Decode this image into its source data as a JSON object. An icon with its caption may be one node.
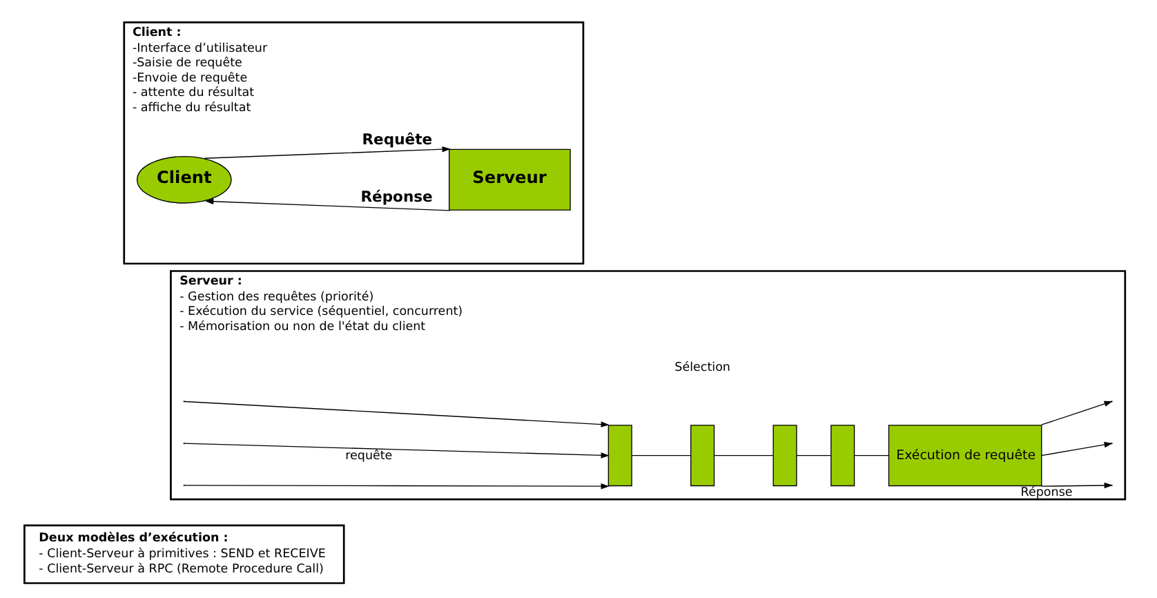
{
  "diagram": {
    "nodes": [
      {
        "text": [
          "Client :",
          "-Interface d’utilisateur",
          "-Saisie de requête",
          "-Envoie de requête",
          "- attente du résultat",
          "- affiche du résultat"
        ]
      },
      {
        "text": [
          "Client"
        ],
        "in": 0
      },
      {
        "text": [
          "Serveur"
        ],
        "in": 0
      },
      {
        "text": [
          "Serveur :",
          "- Gestion des requêtes (priorité)",
          "- Exécution du service (séquentiel, concurrent)",
          "- Mémorisation ou non de l'état du client"
        ]
      },
      {
        "text": [],
        "shape": "box",
        "in": 3
      },
      {
        "text": [],
        "shape": "box",
        "in": 3
      },
      {
        "text": [],
        "shape": "box",
        "in": 3
      },
      {
        "text": [],
        "shape": "box",
        "in": 3
      },
      {
        "text": [
          "Exécution de requête"
        ],
        "in": 3
      },
      {
        "text": [
          "Deux modèles d’exécution :",
          "- Client-Serveur à primitives : SEND et RECEIVE",
          "- Client-Serveur à RPC (Remote Procedure Call)"
        ]
      }
    ],
    "edges": [
      {
        "from": 1,
        "to": 2,
        "arrow": "to",
        "label": "Requête"
      },
      {
        "from": 2,
        "to": 1,
        "arrow": "to",
        "label": "Réponse"
      },
      {
        "from": null,
        "to": 4,
        "arrow": "to"
      },
      {
        "from": null,
        "to": 4,
        "arrow": "to",
        "label": "requête"
      },
      {
        "from": null,
        "to": 4,
        "arrow": "to"
      },
      {
        "from": 4,
        "to": 5,
        "arrow": "none"
      },
      {
        "from": 5,
        "to": 6,
        "arrow": "none"
      },
      {
        "from": 6,
        "to": 7,
        "arrow": "none"
      },
      {
        "from": 7,
        "to": 8,
        "arrow": "none"
      },
      {
        "from": 8,
        "to": null,
        "arrow": "to"
      },
      {
        "from": 8,
        "to": null,
        "arrow": "to"
      },
      {
        "from": 8,
        "to": null,
        "arrow": "to",
        "label": "Réponse"
      }
    ],
    "labels": [
      "Sélection"
    ]
  }
}
